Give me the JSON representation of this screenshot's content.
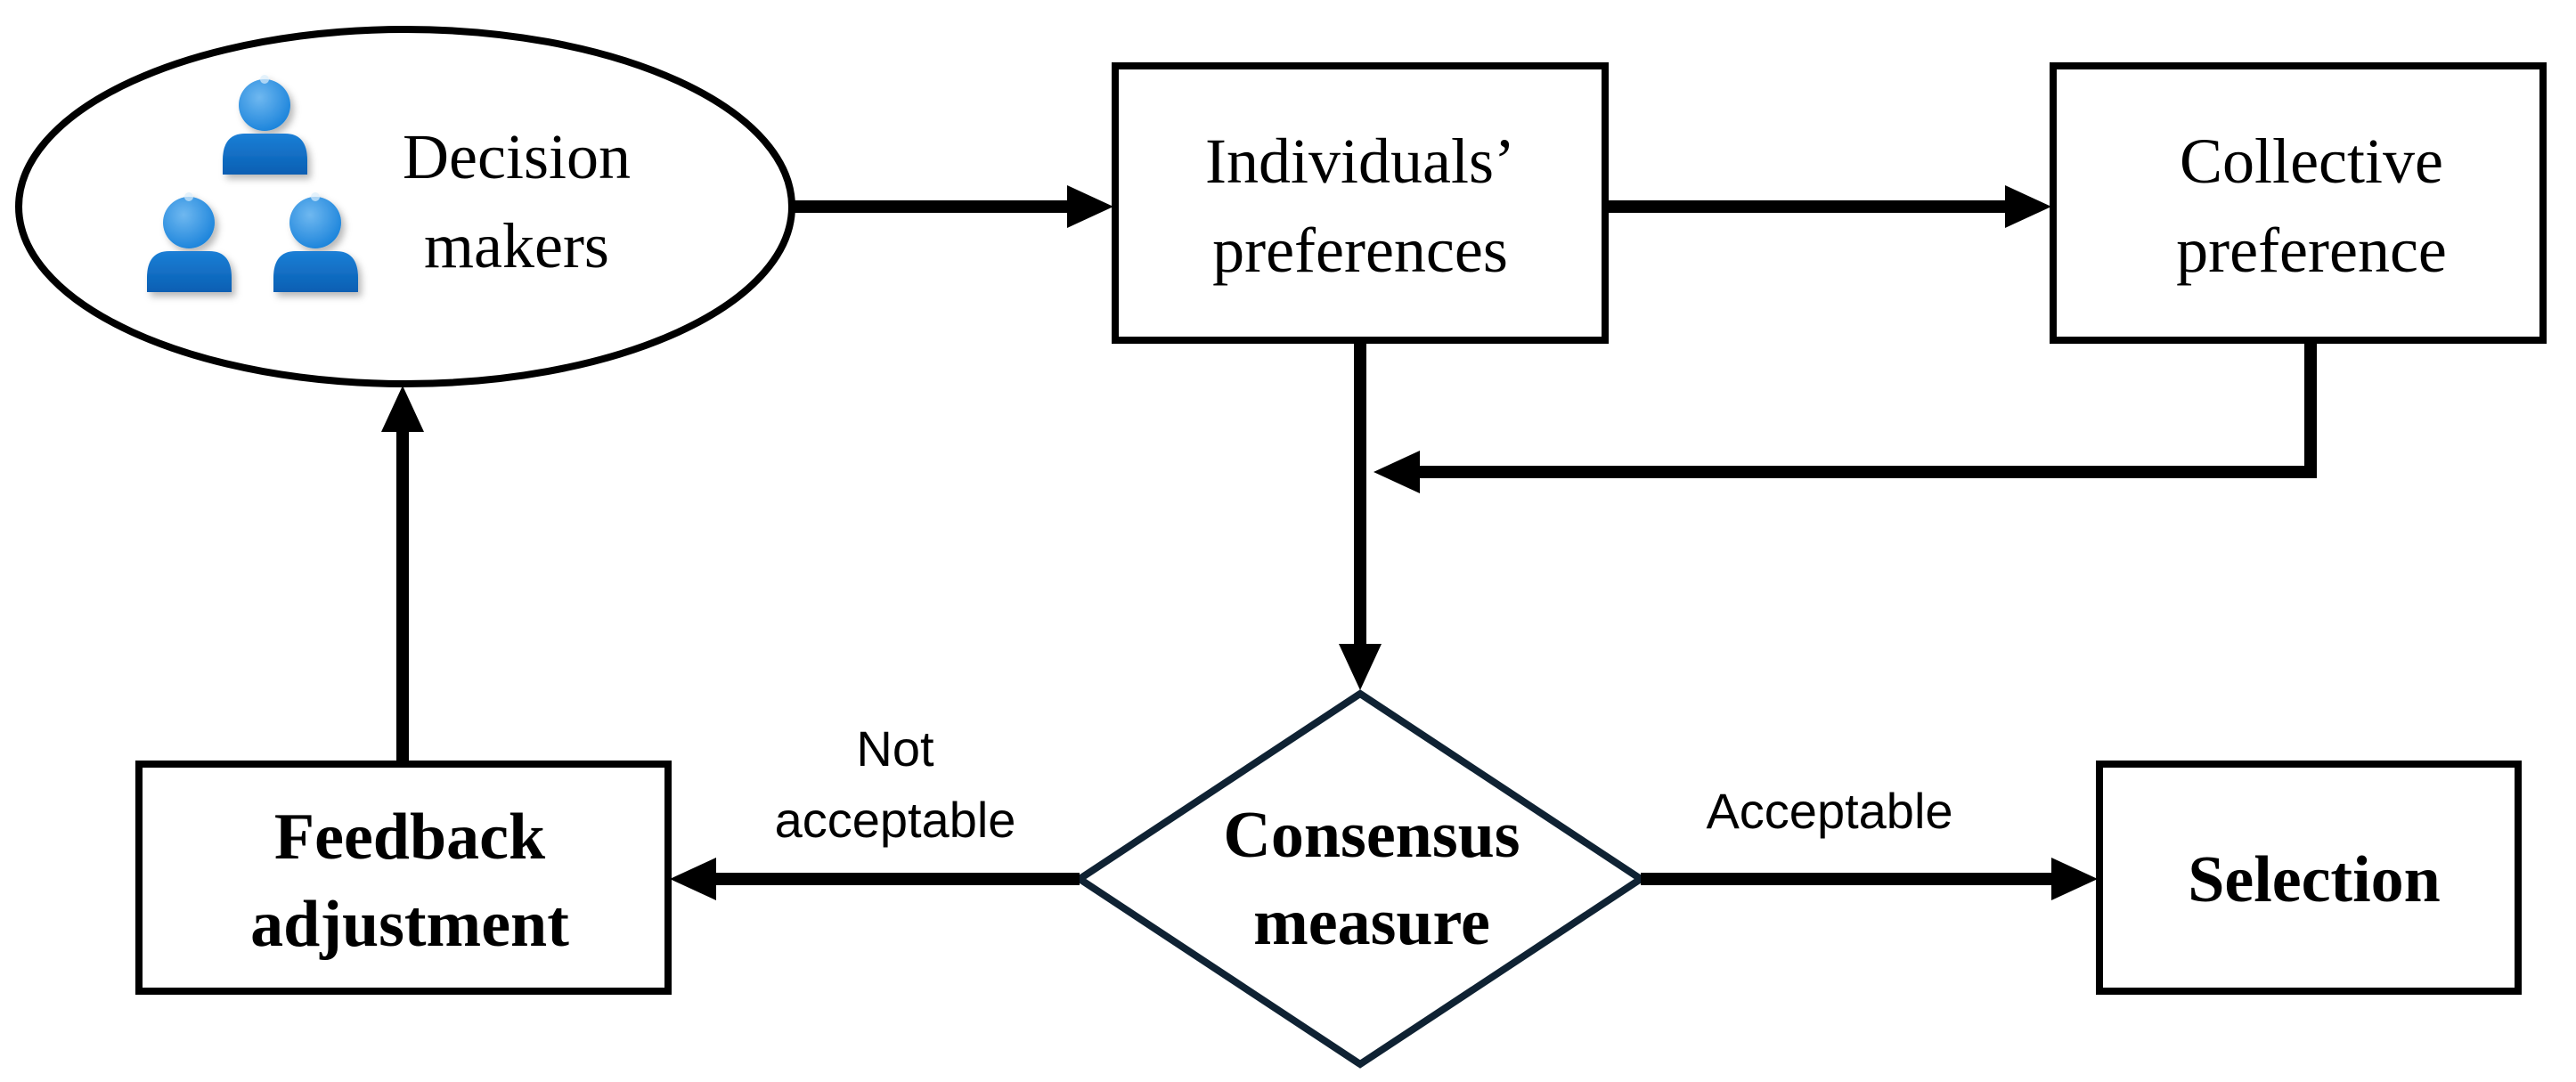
{
  "nodes": {
    "decision_makers": {
      "line1": "Decision",
      "line2": "makers"
    },
    "individuals": {
      "line1": "Individuals’",
      "line2": "preferences"
    },
    "collective": {
      "line1": "Collective",
      "line2": "preference"
    },
    "consensus": {
      "line1": "Consensus",
      "line2": "measure"
    },
    "feedback": {
      "line1": "Feedback",
      "line2": "adjustment"
    },
    "selection": {
      "label": "Selection"
    }
  },
  "edges": {
    "not_acceptable": {
      "line1": "Not",
      "line2": "acceptable"
    },
    "acceptable": {
      "label": "Acceptable"
    }
  },
  "colors": {
    "stroke": "#000000",
    "diamond_stroke": "#0f2233",
    "person_light": "#4aa3e8",
    "person_dark": "#0b6bc7"
  },
  "icons": [
    "people-group-icon"
  ]
}
